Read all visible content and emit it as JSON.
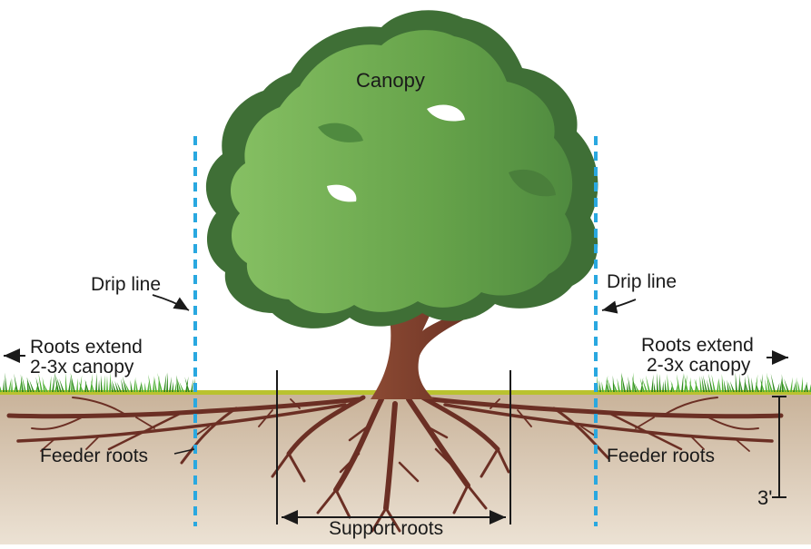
{
  "labels": {
    "canopy": "Canopy",
    "drip_line_left": "Drip line",
    "drip_line_right": "Drip line",
    "roots_extend_left_1": "Roots extend",
    "roots_extend_left_2": "2-3x canopy",
    "roots_extend_right_1": "Roots extend",
    "roots_extend_right_2": "2-3x canopy",
    "feeder_roots_left": "Feeder roots",
    "feeder_roots_right": "Feeder roots",
    "support_roots": "Support roots",
    "depth": "3'"
  },
  "colors": {
    "sky": "#ffffff",
    "soil_top": "#cdb8a0",
    "soil_bottom": "#e6d9c8",
    "grass": "#4caf32",
    "grass_dark": "#2f8a1e",
    "canopy_light": "#7cb85a",
    "canopy_mid": "#5c9a45",
    "canopy_dark": "#3e6e35",
    "trunk": "#7a3b2a",
    "root": "#6b2f24",
    "drip_line": "#29a8e0",
    "annotation": "#1a1a1a"
  }
}
